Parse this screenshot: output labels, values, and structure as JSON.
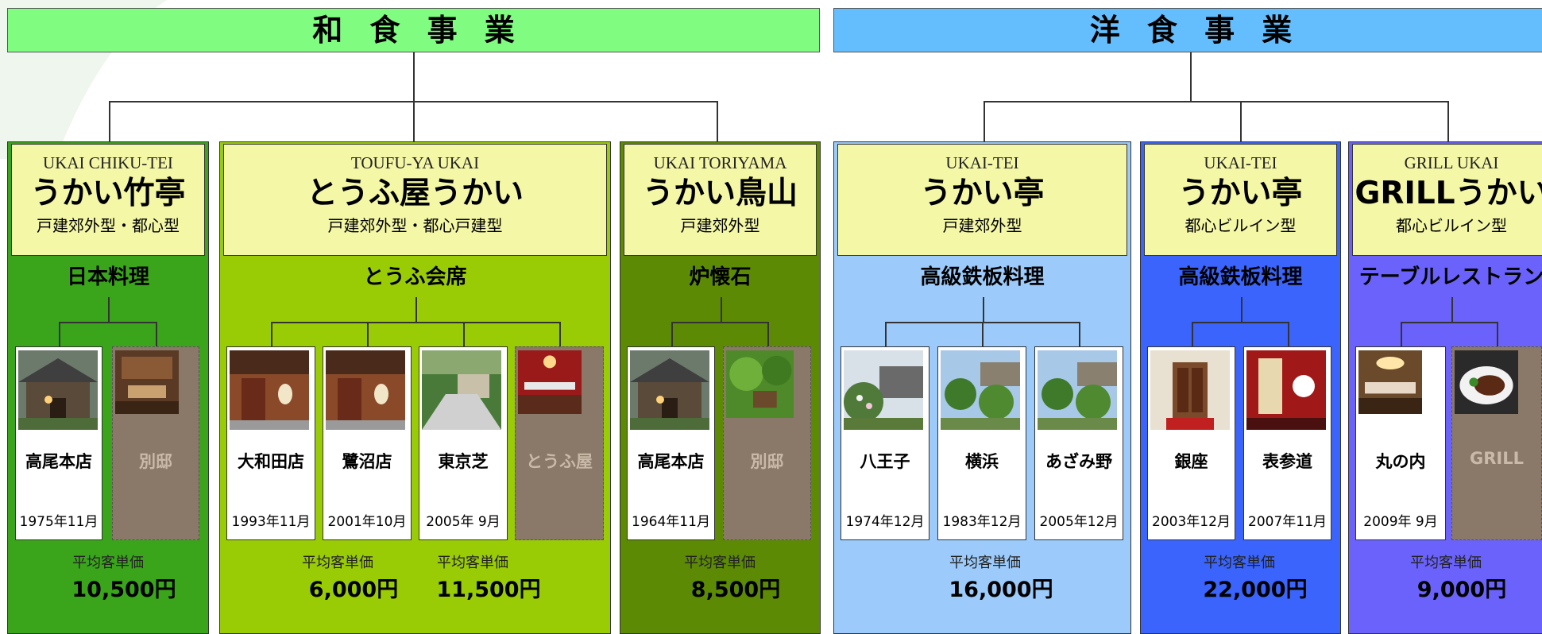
{
  "divisions": [
    {
      "title": "和食事業",
      "color": "#80fc80"
    },
    {
      "title": "洋食事業",
      "color": "#64bdfc"
    }
  ],
  "brands": [
    {
      "en": "UKAI CHIKU-TEI",
      "name": "うかい竹亭",
      "type": "戸建郊外型・都心型",
      "category": "日本料理",
      "bg": "#3aa51a",
      "stores": [
        {
          "name": "高尾本店",
          "date": "1975年11月",
          "photo": "japanese-house"
        },
        {
          "name": "別邸",
          "date": "",
          "photo": "interior",
          "gray": true
        }
      ],
      "prices": [
        {
          "label": "平均客単価",
          "value": "10,500円"
        }
      ]
    },
    {
      "en": "TOUFU-YA UKAI",
      "name": "とうふ屋うかい",
      "type": "戸建郊外型・都心戸建型",
      "category": "とうふ会席",
      "bg": "#9acc05",
      "stores": [
        {
          "name": "大和田店",
          "date": "1993年11月",
          "photo": "lantern-house"
        },
        {
          "name": "鷺沼店",
          "date": "2001年10月",
          "photo": "lantern-house"
        },
        {
          "name": "東京芝",
          "date": "2005年 9月",
          "photo": "garden-path"
        },
        {
          "name": "とうふ屋",
          "date": "",
          "photo": "dining-room",
          "gray": true
        }
      ],
      "prices": [
        {
          "label": "平均客単価",
          "value": "6,000円"
        },
        {
          "label": "平均客単価",
          "value": "11,500円"
        }
      ]
    },
    {
      "en": "UKAI TORIYAMA",
      "name": "うかい鳥山",
      "type": "戸建郊外型",
      "category": "炉懐石",
      "bg": "#5c8a05",
      "stores": [
        {
          "name": "高尾本店",
          "date": "1964年11月",
          "photo": "japanese-house"
        },
        {
          "name": "別邸",
          "date": "",
          "photo": "green-garden",
          "gray": true
        }
      ],
      "prices": [
        {
          "label": "平均客単価",
          "value": "8,500円"
        }
      ]
    },
    {
      "en": "UKAI-TEI",
      "name": "うかい亭",
      "type": "戸建郊外型",
      "category": "高級鉄板料理",
      "bg": "#9ccbfb",
      "stores": [
        {
          "name": "八王子",
          "date": "1974年12月",
          "photo": "flower-garden"
        },
        {
          "name": "横浜",
          "date": "1983年12月",
          "photo": "shrub-garden"
        },
        {
          "name": "あざみ野",
          "date": "2005年12月",
          "photo": "shrub-garden"
        }
      ],
      "prices": [
        {
          "label": "平均客単価",
          "value": "16,000円"
        }
      ]
    },
    {
      "en": "UKAI-TEI",
      "name": "うかい亭",
      "type": "都心ビルイン型",
      "category": "高級鉄板料理",
      "bg": "#3a64fb",
      "stores": [
        {
          "name": "銀座",
          "date": "2003年12月",
          "photo": "entrance-door"
        },
        {
          "name": "表参道",
          "date": "2007年11月",
          "photo": "red-interior"
        }
      ],
      "prices": [
        {
          "label": "平均客単価",
          "value": "22,000円"
        }
      ]
    },
    {
      "en": "GRILL UKAI",
      "name": "GRILLうかい",
      "type": "都心ビルイン型",
      "category": "テーブルレストラン",
      "bg": "#6a62fa",
      "stores": [
        {
          "name": "丸の内",
          "date": "2009年 9月",
          "photo": "chandelier-room"
        },
        {
          "name": "GRILL",
          "date": "",
          "photo": "steak-plate",
          "gray": true
        }
      ],
      "prices": [
        {
          "label": "平均客単価",
          "value": "9,000円"
        }
      ]
    }
  ]
}
